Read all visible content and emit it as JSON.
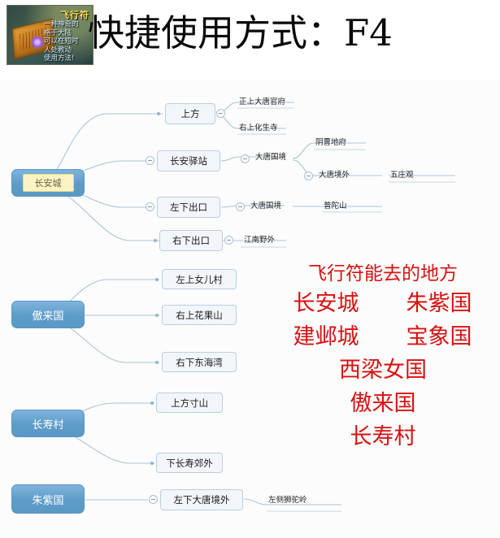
{
  "header": {
    "title": "快捷使用方式：F4",
    "thumbnail": {
      "caption": "飞行符",
      "line1": "一种神奇的",
      "line2": "格于大陆",
      "line3": "可以在短时",
      "line4": "人处教动",
      "line5": "使用方法!"
    }
  },
  "mindmap": {
    "roots": [
      {
        "label": "长安城",
        "children": [
          {
            "label": "上方",
            "leaves": [
              "正上大唐官府",
              "右上化生寺"
            ]
          },
          {
            "label": "长安驿站",
            "sub": {
              "label": "大唐国境",
              "leaves": [
                "阴曹地府"
              ],
              "subsub": {
                "label": "大唐境外",
                "leaf": "五庄观"
              }
            }
          },
          {
            "label": "左下出口",
            "sub2": {
              "label": "大唐国境",
              "leaf": "普陀山"
            }
          },
          {
            "label": "右下出口",
            "leaf": "江南野外"
          }
        ]
      },
      {
        "label": "傲来国",
        "children": [
          {
            "label": "左上女儿村"
          },
          {
            "label": "右上花果山"
          },
          {
            "label": "右下东海湾"
          }
        ]
      },
      {
        "label": "长寿村",
        "children": [
          {
            "label": "上方寸山"
          },
          {
            "label": "下长寿郊外"
          }
        ]
      },
      {
        "label": "朱紫国",
        "children": [
          {
            "label": "左下大唐境外",
            "leaf": "左侧狮驼岭"
          }
        ]
      }
    ]
  },
  "red_note": {
    "title": "飞行符能去的地方",
    "col1": [
      "长安城",
      "建邺城"
    ],
    "col2": [
      "朱紫国",
      "宝象国"
    ],
    "wide": "西梁女国",
    "rows_after": [
      "傲来国",
      "长寿村"
    ]
  },
  "colors": {
    "root_node": "#5d9cc9",
    "box_node_fill": "#f2f6fb",
    "box_node_border": "#b9cfe2",
    "link": "#aac4d8",
    "red_text": "#d81111",
    "highlight": "#fbf3c4",
    "canvas": "#fcfcfc"
  }
}
